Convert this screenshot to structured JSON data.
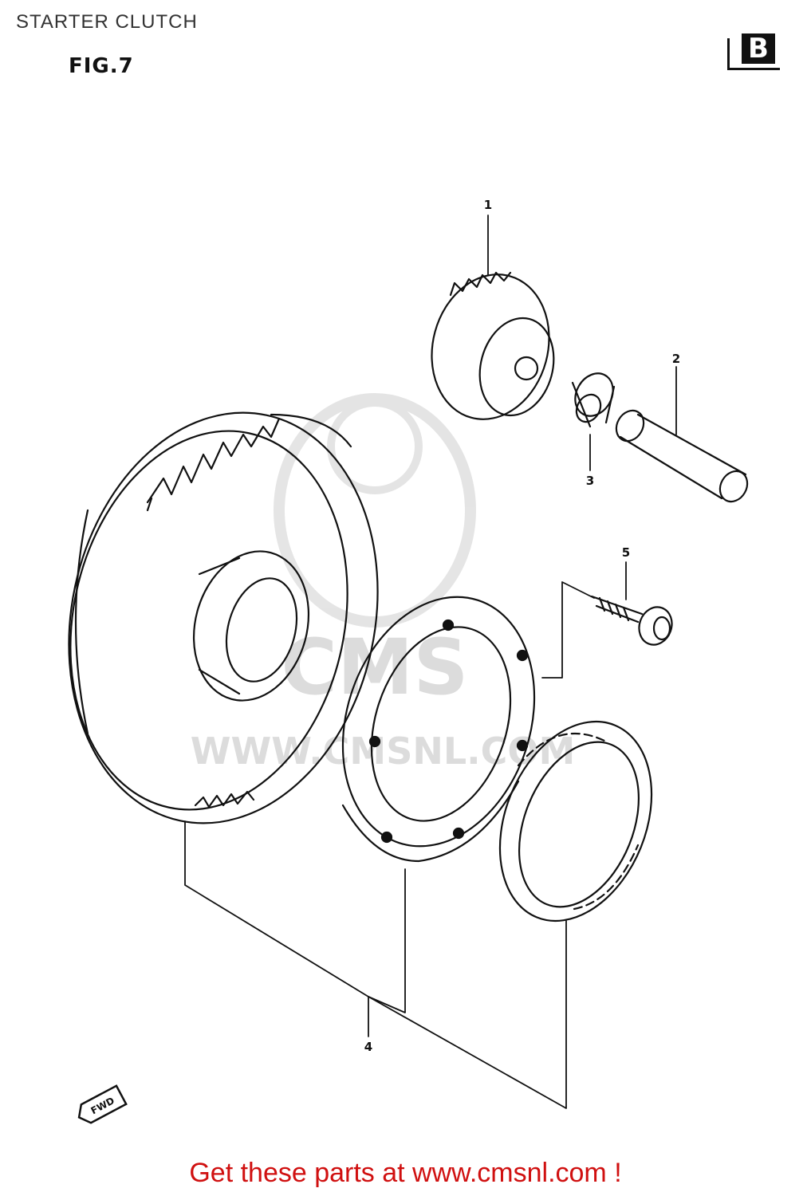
{
  "header": {
    "title": "STARTER CLUTCH",
    "figure": "FIG.7",
    "section_letter": "B"
  },
  "callouts": [
    "1",
    "2",
    "3",
    "4",
    "5"
  ],
  "watermark": {
    "brand": "CMS",
    "url": "WWW.CMSNL.COM"
  },
  "fwd_badge": "FWD",
  "footer": {
    "link_text": "Get these parts at www.cmsnl.com !",
    "color": "#d01010"
  }
}
